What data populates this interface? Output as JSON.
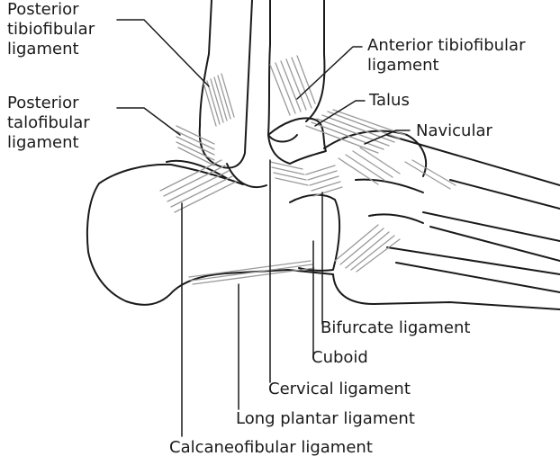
{
  "labels": {
    "posterior_tibiofibular": [
      "Posterior",
      "tibiofibular",
      "ligament"
    ],
    "posterior_talofibular": [
      "Posterior",
      "talofibular",
      "ligament"
    ],
    "anterior_tibiofibular": [
      "Anterior tibiofibular",
      "ligament"
    ],
    "talus": "Talus",
    "navicular": "Navicular",
    "bifurcate": "Bifurcate ligament",
    "cuboid": "Cuboid",
    "cervical": "Cervical ligament",
    "long_plantar": "Long plantar ligament",
    "calcaneofibular": "Calcaneofibular ligament"
  },
  "colors": {
    "line": "#1a1a1a",
    "ligament": "#9a9a9a",
    "bone": "#ffffff"
  }
}
